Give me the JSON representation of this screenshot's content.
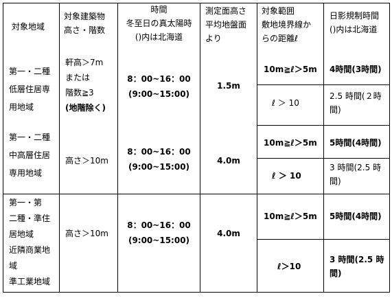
{
  "header": {
    "region": "対象地域",
    "building": [
      "対象建築物",
      "高さ・階数"
    ],
    "time": [
      "時間",
      "冬至日の真太陽時",
      "()内は北海道"
    ],
    "measure_height": [
      "測定面高さ",
      "平均地盤面",
      "より"
    ],
    "range": [
      "対象範囲",
      "敷地境界線か",
      "らの距離ℓ"
    ],
    "shadow_time": [
      "日影規制時間",
      "()内は北海道"
    ]
  },
  "rows": [
    {
      "region": [
        "第一・二種",
        "低層住居専",
        "用地域"
      ],
      "building": [
        "軒高＞7m",
        "または",
        "階数≧3",
        "(地階除く)"
      ],
      "time": [
        "8：00~16：00",
        "(9:00~15:00)"
      ],
      "measure_height": "1.5m",
      "range": [
        "10m≧ℓ＞5m",
        "ℓ ＞ 10"
      ],
      "shadow_time": [
        [
          "4時間(3時間)"
        ],
        [
          "2.5 時間(２時",
          "間)"
        ]
      ]
    },
    {
      "region": [
        "第一・二種",
        "中高層住居",
        "専用地域"
      ],
      "building": [
        "高さ＞10m"
      ],
      "time": [
        "8：00~16：00",
        "(9:00~15:00)"
      ],
      "measure_height": "4.0m",
      "range": [
        "10m≧ℓ＞5m",
        "ℓ ＞ 10"
      ],
      "shadow_time": [
        [
          "5時間(4時間)"
        ],
        [
          "3 時間(2.5 時",
          "間)"
        ]
      ]
    },
    {
      "region": [
        "第一・第",
        "二種・準住",
        "居地域",
        "近隣商業地",
        "域",
        "準工業地域"
      ],
      "building": [
        "高さ＞10m"
      ],
      "time": [
        "8：00~16：00",
        "(9:00~15:00)"
      ],
      "measure_height": "4.0m",
      "range": [
        "10m≧ℓ＞5m",
        "ℓ＞10"
      ],
      "shadow_time": [
        [
          "5時間(4時間)"
        ],
        [
          "3 時間(2.5 時",
          "間)"
        ]
      ]
    }
  ]
}
